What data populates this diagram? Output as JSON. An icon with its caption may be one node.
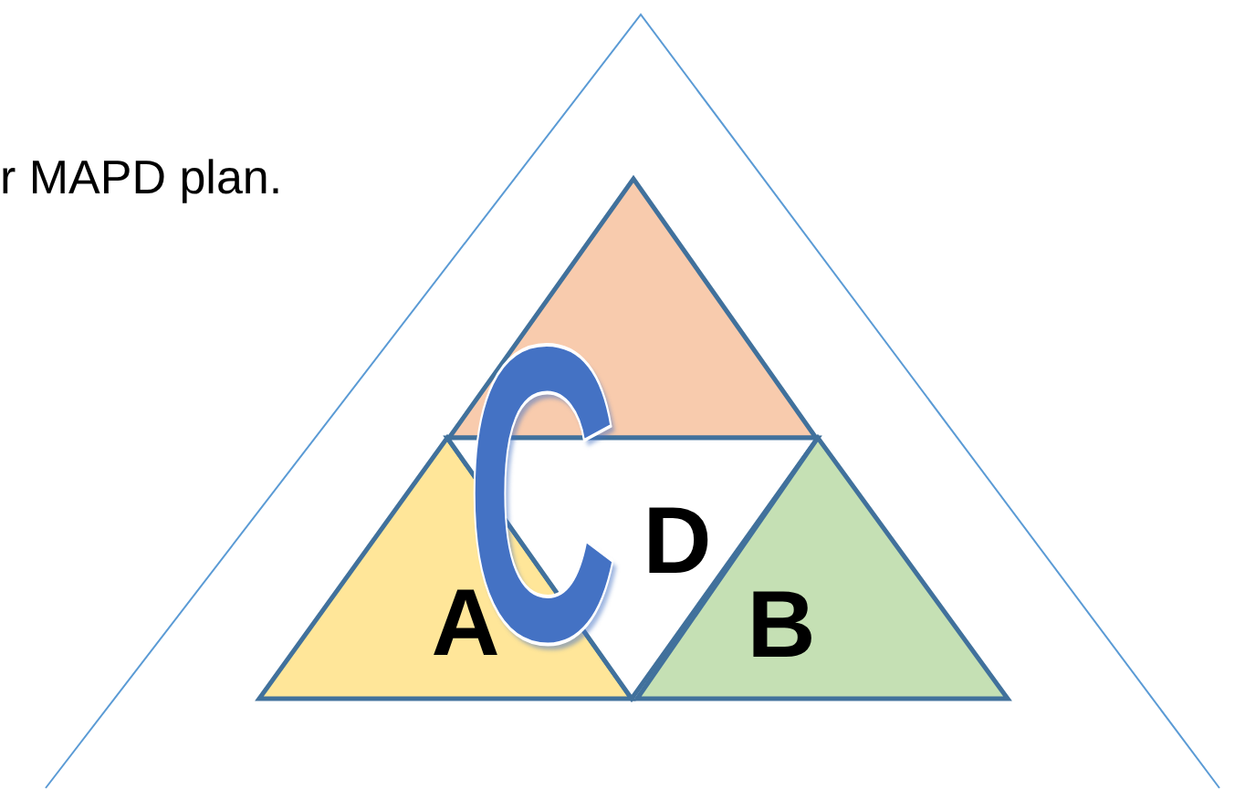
{
  "diagram": {
    "nodes": [
      {
        "text": [],
        "shape": "triangle"
      },
      {
        "text": [],
        "shape": "triangle",
        "in": 0
      },
      {
        "text": [
          "A"
        ],
        "in": 0
      },
      {
        "text": [
          "D"
        ],
        "in": 0
      },
      {
        "text": [
          "B"
        ],
        "in": 0
      }
    ],
    "labels": [
      "r MAPD plan.",
      "C"
    ]
  }
}
